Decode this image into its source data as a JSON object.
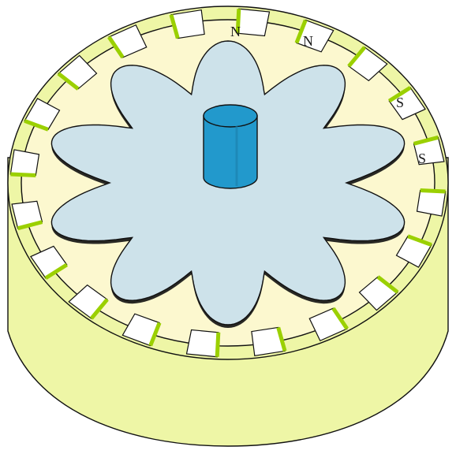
{
  "diagram": {
    "subject": "stepper-motor-rotor-and-stator",
    "pole_labels": [
      "N",
      "N",
      "S",
      "S"
    ],
    "rotor_tooth_count": 10,
    "stator_slot_count": 20
  },
  "colors": {
    "outer_ring": "#eef6a6",
    "stator_rim_green": "#9bd000",
    "stator_tooth_face": "#fcf8cf",
    "rotor_disc": "#cde2ea",
    "shaft": "#2299cc",
    "outline": "#111111"
  }
}
